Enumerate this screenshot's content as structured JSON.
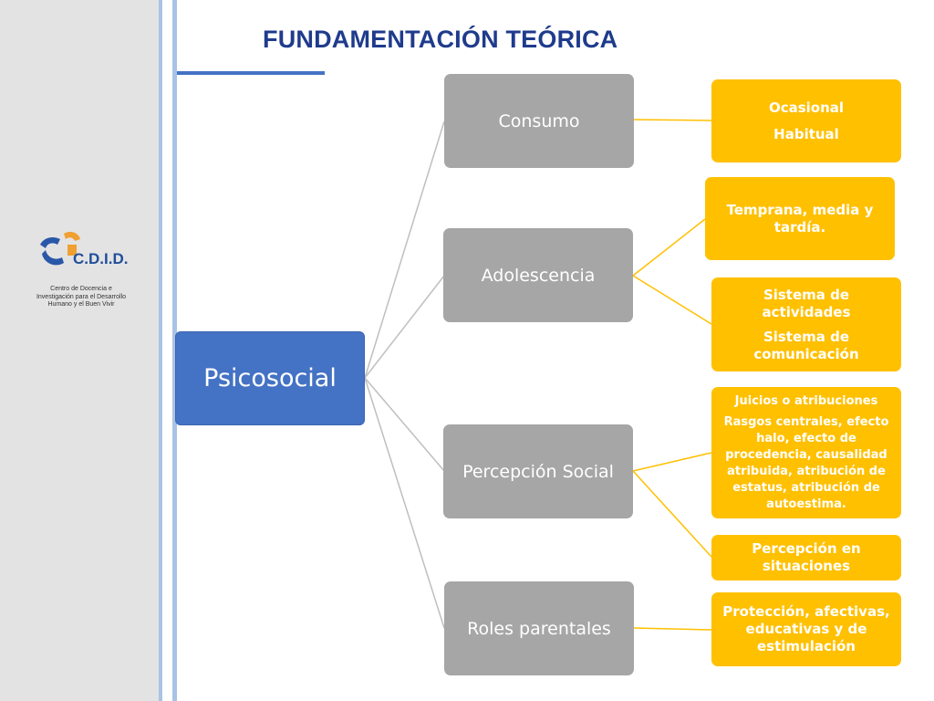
{
  "header": {
    "title": "FUNDAMENTACIÓN TEÓRICA"
  },
  "logo": {
    "name": "C.D.I.D.",
    "lines": [
      "Centro de Docencia e",
      "Investigación para el Desarrollo",
      "Humano y el Buen Vivir"
    ]
  },
  "diagram": {
    "root": "Psicosocial",
    "branches": [
      {
        "label": "Consumo",
        "leaves": [
          {
            "lines": [
              "Ocasional",
              "Habitual"
            ]
          }
        ]
      },
      {
        "label": "Adolescencia",
        "leaves": [
          {
            "lines": [
              "Temprana, media y tardía."
            ]
          },
          {
            "lines": [
              "Sistema de actividades",
              "Sistema de comunicación"
            ]
          }
        ]
      },
      {
        "label": "Percepción Social",
        "leaves": [
          {
            "lines": [
              "Juicios o atribuciones",
              "Rasgos centrales, efecto halo,  efecto de procedencia, causalidad atribuida, atribución de estatus, atribución de autoestima."
            ]
          },
          {
            "lines": [
              "Percepción en situaciones"
            ]
          }
        ]
      },
      {
        "label": "Roles parentales",
        "leaves": [
          {
            "lines": [
              "Protección, afectivas, educativas y de estimulación"
            ]
          }
        ]
      }
    ]
  },
  "colors": {
    "root": "#4472c4",
    "branch": "#a6a6a6",
    "leaf": "#ffc000",
    "title": "#1f3b8c"
  }
}
